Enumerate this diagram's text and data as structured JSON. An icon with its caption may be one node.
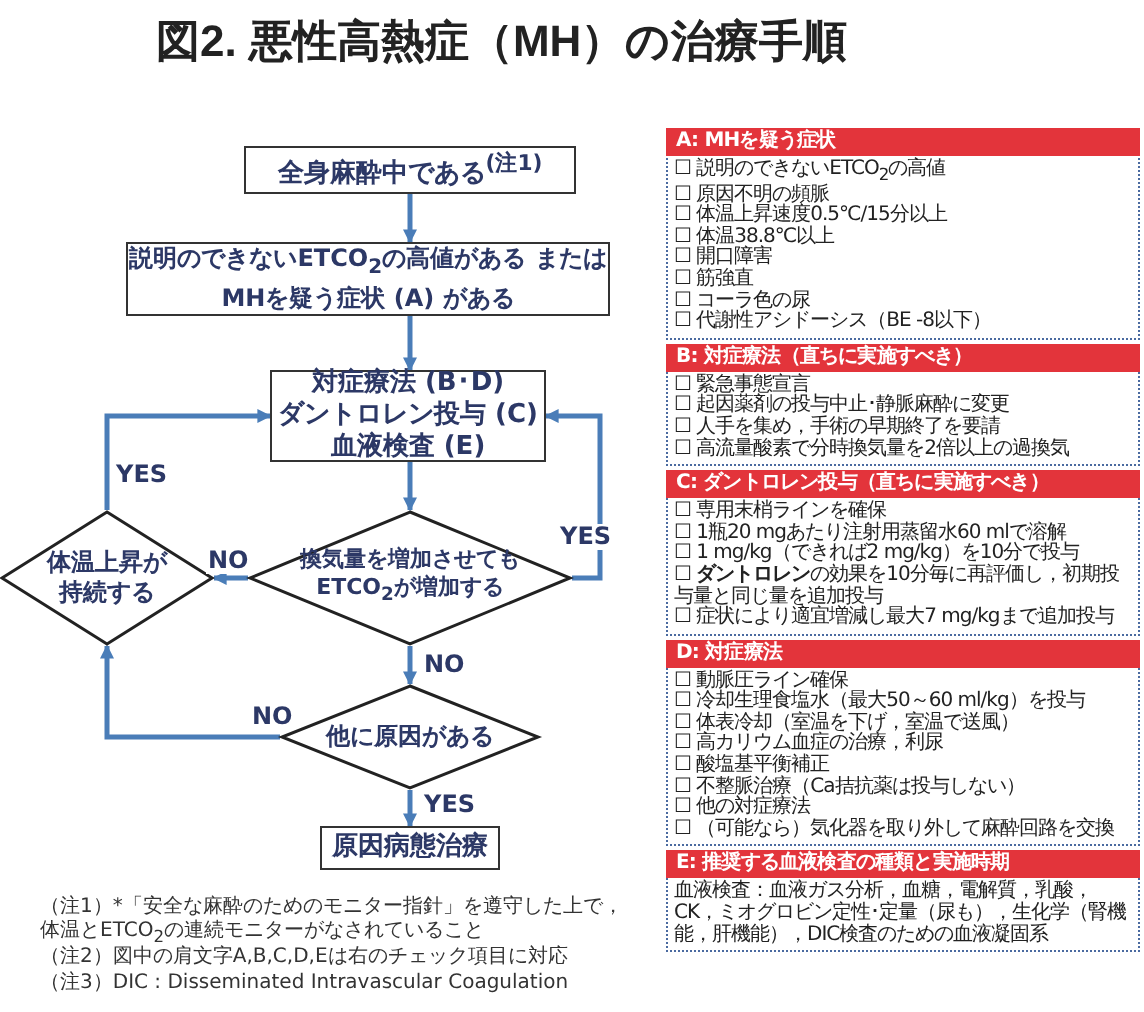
{
  "diagram": {
    "title": "図2. 悪性高熱症（MH）の治療手順",
    "nodes": [
      {
        "text": [
          "全身麻酔中である$^{(注1)}$"
        ]
      },
      {
        "text": [
          "説明のできないETCO$_{2}$の高値がある またはMHを疑う症状 (A) がある"
        ]
      },
      {
        "text": [
          "対症療法 (B･D)",
          "ダントロレン投与 (C)",
          "血液検査 (E)"
        ]
      },
      {
        "text": [
          "体温上昇が持続する"
        ]
      },
      {
        "text": [
          "換気量を増加させてもETCO$_{2}$が増加する"
        ]
      },
      {
        "text": [
          "他に原因がある"
        ]
      },
      {
        "text": [
          "原因病態治療"
        ]
      },
      {
        "text": [
          "A: MHを疑う症状",
          "☐ 説明のできないETCO$_{2}$の高値",
          "☐ 原因不明の頻脈",
          "☐ 体温上昇速度0.5℃/15分以上",
          "☐ 体温38.8℃以上",
          "☐ 開口障害",
          "☐ 筋強直",
          "☐ コーラ色の尿",
          "☐ 代謝性アシドーシス（BE -8以下）"
        ]
      },
      {
        "text": [
          "B: 対症療法（直ちに実施すべき）",
          "☐ 緊急事態宣言",
          "☐ 起因薬剤の投与中止･静脈麻酔に変更",
          "☐ 人手を集め，手術の早期終了を要請",
          "☐ 高流量酸素で分時換気量を2倍以上の過換気"
        ]
      },
      {
        "text": [
          "C: ダントロレン投与（直ちに実施すべき）",
          "☐ 専用末梢ラインを確保",
          "☐ 1瓶20 mgあたり注射用蒸留水60 mlで溶解",
          "☐ 1 mg/kg（できれば2 mg/kg）を10分で投与",
          "☐ **ダントロレン**の効果を10分毎に再評価し，初期投与量と同じ量を追加投与",
          "☐ 症状により適宜増減し最大7 mg/kgまで追加投与"
        ]
      },
      {
        "text": [
          "D: 対症療法",
          "☐ 動脈圧ライン確保",
          "☐ 冷却生理食塩水（最大50～60 ml/kg）を投与",
          "☐ 体表冷却（室温を下げ，室温で送風）",
          "☐ 高カリウム血症の治療，利尿",
          "☐ 酸塩基平衡補正",
          "☐ 不整脈治療（Ca拮抗薬は投与しない）",
          "☐ 他の対症療法",
          "☐ （可能なら）気化器を取り外して麻酔回路を交換"
        ]
      },
      {
        "text": [
          "E: 推奨する血液検査の種類と実施時期",
          "血液検査：血液ガス分析，血糖，電解質，乳酸，CK，ミオグロビン定性･定量（尿も），生化学（腎機能，肝機能），DIC検査のための血液凝固系"
        ]
      }
    ],
    "edges": [
      {
        "from": 0,
        "to": 1,
        "arrow": "to"
      },
      {
        "from": 1,
        "to": 2,
        "arrow": "to"
      },
      {
        "from": 2,
        "to": 4,
        "arrow": "to"
      },
      {
        "from": 4,
        "to": 3,
        "arrow": "to",
        "label": "NO"
      },
      {
        "from": 4,
        "to": 2,
        "arrow": "to",
        "label": "YES"
      },
      {
        "from": 3,
        "to": 2,
        "arrow": "to",
        "label": "YES"
      },
      {
        "from": 4,
        "to": 5,
        "arrow": "to",
        "label": "NO"
      },
      {
        "from": 5,
        "to": 3,
        "arrow": "to",
        "label": "NO"
      },
      {
        "from": 5,
        "to": 6,
        "arrow": "to",
        "label": "YES"
      }
    ],
    "labels": [
      "（注1）*「安全な麻酔のためのモニター指針」を遵守した上で，体温とETCO$_{2}$の連続モニターがなされていること",
      "（注2）図中の肩文字A,B,C,D,Eは右のチェック項目に対応",
      "（注3）DIC : Disseminated Intravascular Coagulation"
    ]
  }
}
